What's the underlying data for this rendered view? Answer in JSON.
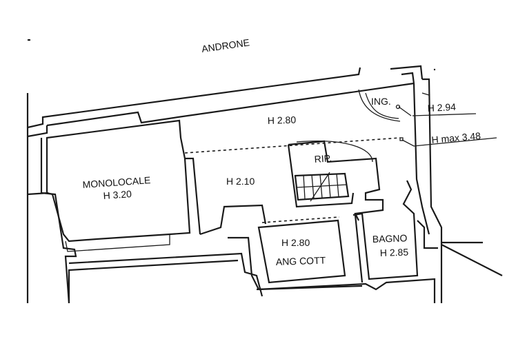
{
  "plan": {
    "corridor_label": "ANDRONE",
    "rooms": {
      "ingresso": "ING.",
      "hall_height": "H 2.80",
      "right_height_top": "H 2.94",
      "right_height_max": "H max 3.48",
      "ripostiglio": "RIP.",
      "monolocale_name": "MONOLOCALE",
      "monolocale_height": "H 3.20",
      "central_height": "H 2.10",
      "kitchen_height": "H 2.80",
      "kitchen_name": "ANG COTT",
      "bathroom_name": "BAGNO",
      "bathroom_height": "H 2.85"
    }
  }
}
